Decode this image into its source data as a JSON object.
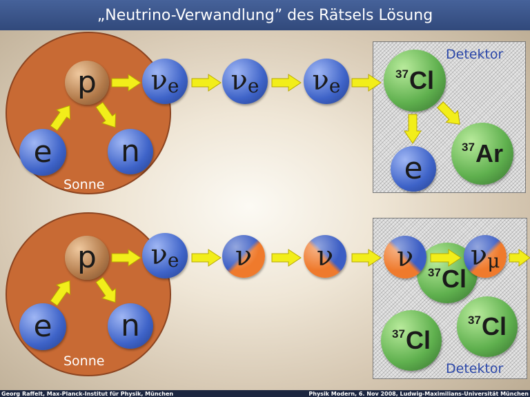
{
  "title": "„Neutrino-Verwandlung” des Rätsels Lösung",
  "top": {
    "sun_label": "Sonne",
    "detector_label": "Detektor",
    "proton": "p",
    "electron": "e",
    "neutron": "n",
    "nu_symbol": "ν",
    "nu_flavor": "e",
    "chlorine_mass": "37",
    "chlorine": "Cl",
    "argon_mass": "37",
    "argon": "Ar",
    "electron_out": "e"
  },
  "bottom": {
    "sun_label": "Sonne",
    "detector_label": "Detektor",
    "proton": "p",
    "electron": "e",
    "neutron": "n",
    "nu_symbol": "ν",
    "nu_flavor": "e",
    "numu_flavor": "μ",
    "chlorine_mass": "37",
    "chlorine": "Cl"
  },
  "footer": {
    "left": "Georg Raffelt, Max-Planck-Institut für Physik, München",
    "right": "Physik Modern, 6. Nov 2008, Ludwig-Maximilians-Universität München"
  },
  "colors": {
    "title_bar": "#3a5488",
    "sun": "#c86a34",
    "proton": "#b27a4a",
    "neutrino_blue": "#3e63c8",
    "neutrino_orange": "#ef7a2c",
    "chlorine_green": "#5fb04e",
    "arrow_yellow": "#f2ee1a",
    "detector_label": "#2a46a8"
  }
}
